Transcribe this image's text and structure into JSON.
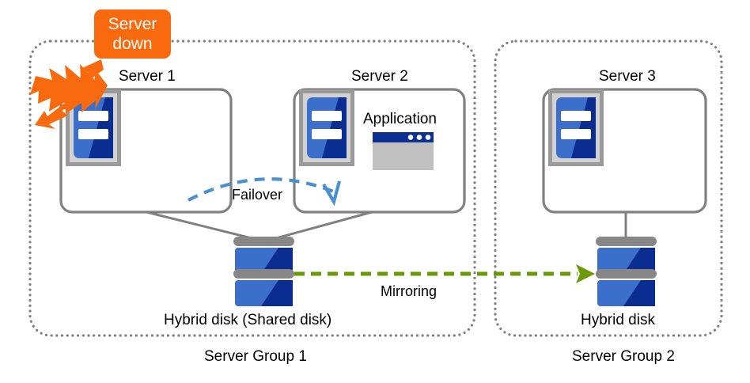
{
  "diagram": {
    "title_badge": {
      "line1": "Server",
      "line2": "down",
      "color": "#F96A0F",
      "text_color": "#FFFFFF"
    },
    "groups": [
      {
        "id": "group1",
        "label": "Server Group 1"
      },
      {
        "id": "group2",
        "label": "Server Group 2"
      }
    ],
    "servers": [
      {
        "id": "server1",
        "label": "Server 1",
        "state": "down"
      },
      {
        "id": "server2",
        "label": "Server 2",
        "state": "active",
        "app_label": "Application"
      },
      {
        "id": "server3",
        "label": "Server 3",
        "state": "standby"
      }
    ],
    "disks": [
      {
        "id": "disk1",
        "label": "Hybrid disk (Shared disk)"
      },
      {
        "id": "disk2",
        "label": "Hybrid disk"
      }
    ],
    "connections": [
      {
        "id": "failover",
        "label": "Failover",
        "color": "#4A90D0",
        "style": "dashed-curve-arrow"
      },
      {
        "id": "mirroring",
        "label": "Mirroring",
        "color": "#6B9A08",
        "style": "dashed-arrow"
      }
    ],
    "icons": {
      "server": "server-icon",
      "application": "application-window-icon",
      "disk": "disk-icon",
      "fault": "lightning-bolt-icon"
    },
    "colors": {
      "group_border": "#808080",
      "box_border": "#808080",
      "server_blue_light": "#3B6FCB",
      "server_blue_dark": "#0A2D91",
      "disk_cap_gray": "#878787",
      "icon_frame_gray": "#9A9A9A",
      "icon_inner_gray": "#D2D2D2",
      "app_titlebar": "#0D3191",
      "app_body": "#C0C0C0",
      "accent_orange": "#F96A0F",
      "mirroring_green": "#6B9A08",
      "failover_blue": "#4A90D0"
    }
  }
}
